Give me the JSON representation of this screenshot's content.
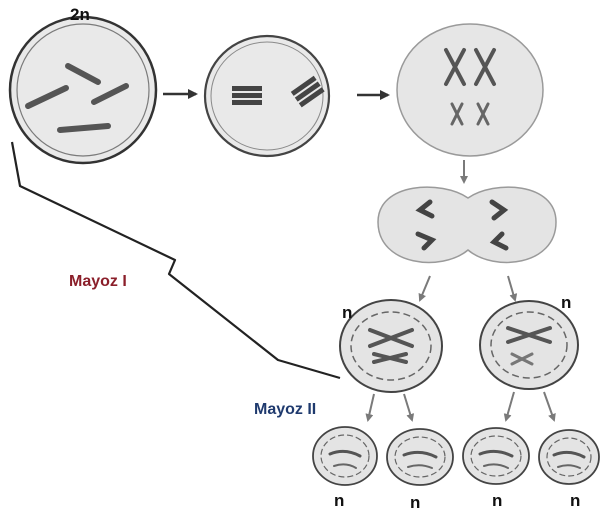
{
  "labels": {
    "top_ploidy": "2n",
    "meiosis_1": "Mayoz I",
    "meiosis_2": "Mayoz II",
    "n": "n"
  },
  "colors": {
    "meiosis_1": "#8b1f2a",
    "meiosis_2": "#1f3a6e",
    "cell_fill": "#e4e4e4",
    "cell_stroke": "#555555",
    "chromosome": "#444444",
    "arrow": "#777777"
  }
}
